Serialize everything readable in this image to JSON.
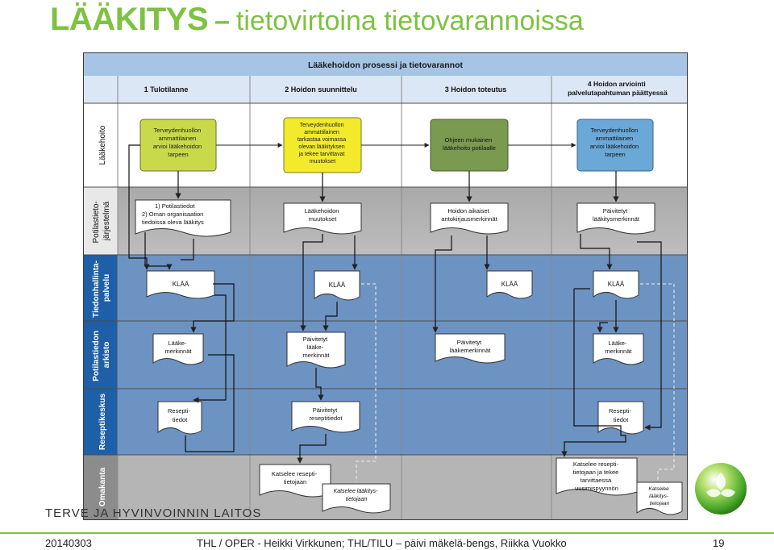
{
  "slide": {
    "title_main": "LÄÄKITYS",
    "title_dash": "–",
    "title_sub": "tietovirtoina tietovarannoissa",
    "org_text": "TERVE     JA HYVINVOINNIN LAITOS",
    "footer": {
      "date": "20140303",
      "author": "THL / OPER -   Heikki Virkkunen; THL/TILU – päivi mäkelä-bengs, Riikka Vuokko",
      "page": "19"
    }
  },
  "diagram": {
    "header": "Lääkehoidon prosessi ja tietovarannot",
    "phases": [
      "1 Tulotilanne",
      "2 Hoidon suunnittelu",
      "3 Hoidon toteutus",
      "4 Hoidon arviointi palvelutapahtuman päättyessä"
    ],
    "lanes": [
      "Lääkehoito",
      "Potilastieto-järjestelmä",
      "Tiedonhallinta-palvelu",
      "Potilastiedon arkisto",
      "Reseptikeskus",
      "Omakanta"
    ],
    "process_boxes": [
      "Terveydenhuollon ammattilainen arvioi lääkehoidon tarpeen",
      "Terveydenhuollon ammattilainen tarkastaa voimassa olevan lääkityksen ja tekee tarvittavat muutokset",
      "Ohjeen mukainen lääkehoito potilaalle",
      "Terveydenhuollon ammattilainen arvioi lääkehoidon tarpeen"
    ],
    "documents": {
      "potilastiedot": "1) Potilastiedot 2) Oman organisaation tiedoissa oleva lääkitys",
      "muutokset": "Lääkehoidon muutokset",
      "aikaiset": "Hoidon aikaiset antokirjausmerkinnät",
      "paivitetyt_merk": "Päivitetyt lääkitysmerkinnät",
      "klaa": "KLÄÄ",
      "laakemerkinnat": "Lääke-merkinnät",
      "paiv_laake": "Päivitetyt lääke-merkinnät",
      "paiv_laake3": "Päivitetyt lääkemerkinnät",
      "reseptitiedot": "Resepti-tiedot",
      "paiv_resepti": "Päivitetyt reseptitiedot",
      "katselee1": "Katselee resepti-tietojaan",
      "katselee_laak": "Katselee lääkitys-tietojaan",
      "katselee4": "Katselee resepti-tietojaan ja tekee tarvittaessa uusimispyynnön",
      "katselee_laak4": "Katselee lääkitys-tietojaan"
    }
  },
  "colors": {
    "title_green": "#7dc242",
    "box_yellow_green": "#c8d94a",
    "box_yellow": "#f2ea2a",
    "box_olive": "#7a9a50",
    "box_blue": "#6aa8d8",
    "lane_blue": "#1f5fa8"
  }
}
